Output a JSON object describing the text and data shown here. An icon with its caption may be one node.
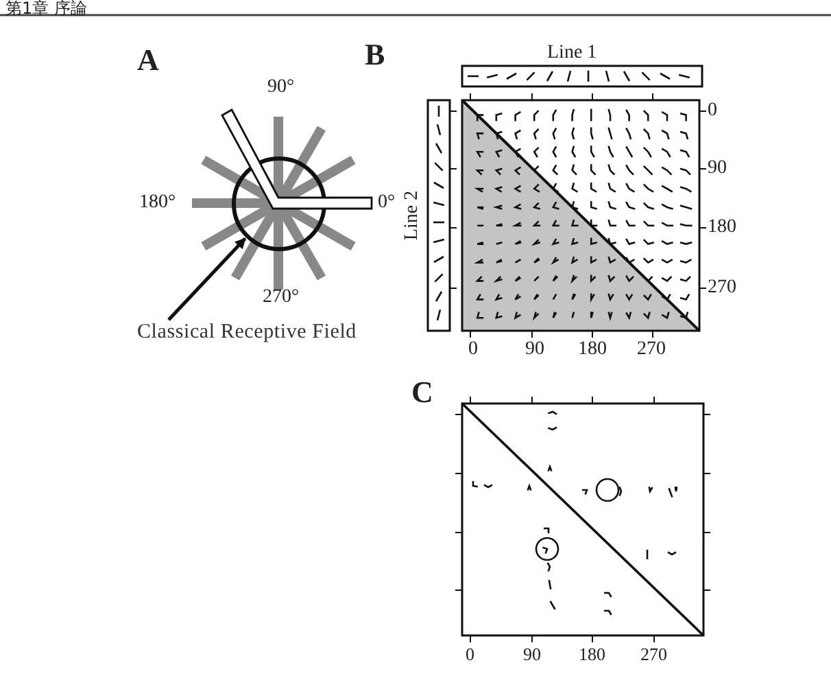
{
  "diagram": {
    "nodes": [
      {
        "text": [
          "Classical Receptive Field"
        ]
      },
      {
        "text": [],
        "shape": "circle"
      }
    ],
    "edges": [
      {
        "from": 0,
        "to": 1,
        "arrow": "to"
      }
    ],
    "labels": [
      "第1章 序論",
      "A",
      "90°",
      "180°",
      "0°",
      "270°",
      "B",
      "Line 1",
      "Line 2",
      "0",
      "90",
      "180",
      "270",
      "0",
      "90",
      "180",
      "270",
      "C",
      "0",
      "90",
      "180",
      "270"
    ]
  }
}
